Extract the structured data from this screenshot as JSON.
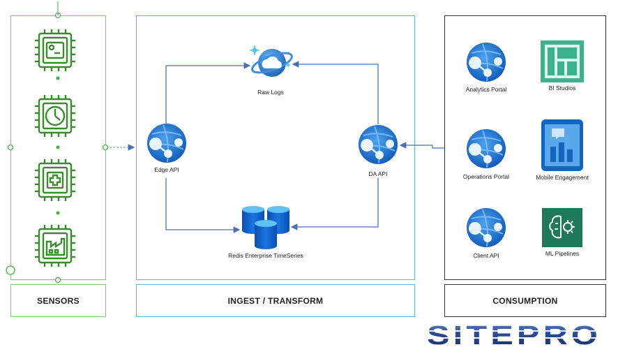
{
  "sections": {
    "sensors": "SENSORS",
    "ingest": "INGEST / TRANSFORM",
    "consumption": "CONSUMPTION"
  },
  "ingest": {
    "raw_logs": "Raw Logs",
    "edge_api": "Edge API",
    "da_api": "DA API",
    "redis": "Redis Enterprise TimeSeries"
  },
  "consumption": {
    "analytics_portal": "Analytics Portal",
    "bi_studios": "BI Studios",
    "operations_portal": "Operations Portal",
    "mobile_engagement": "Mobile Engagement",
    "client_api": "Client API",
    "ml_pipelines": "ML Pipelines"
  },
  "logo": "SITEPRO",
  "colors": {
    "sensor_green": "#3a8a2e",
    "sensor_panel_border": "#7cc96a",
    "ingest_border": "#5fb3e8",
    "azure_blue": "#1f6fd0",
    "arrow": "#4a6fb5",
    "bi_green": "#3cb38c",
    "ml_green": "#1e7a56",
    "logo_blue": "#1f3a78"
  },
  "icons": [
    "chip-dashboard-icon",
    "chip-gauge-icon",
    "chip-plus-icon",
    "chip-factory-icon",
    "cosmos-db-icon",
    "app-service-icon",
    "redis-cache-icon",
    "bi-studios-icon",
    "mobile-app-icon",
    "ml-brain-icon"
  ]
}
